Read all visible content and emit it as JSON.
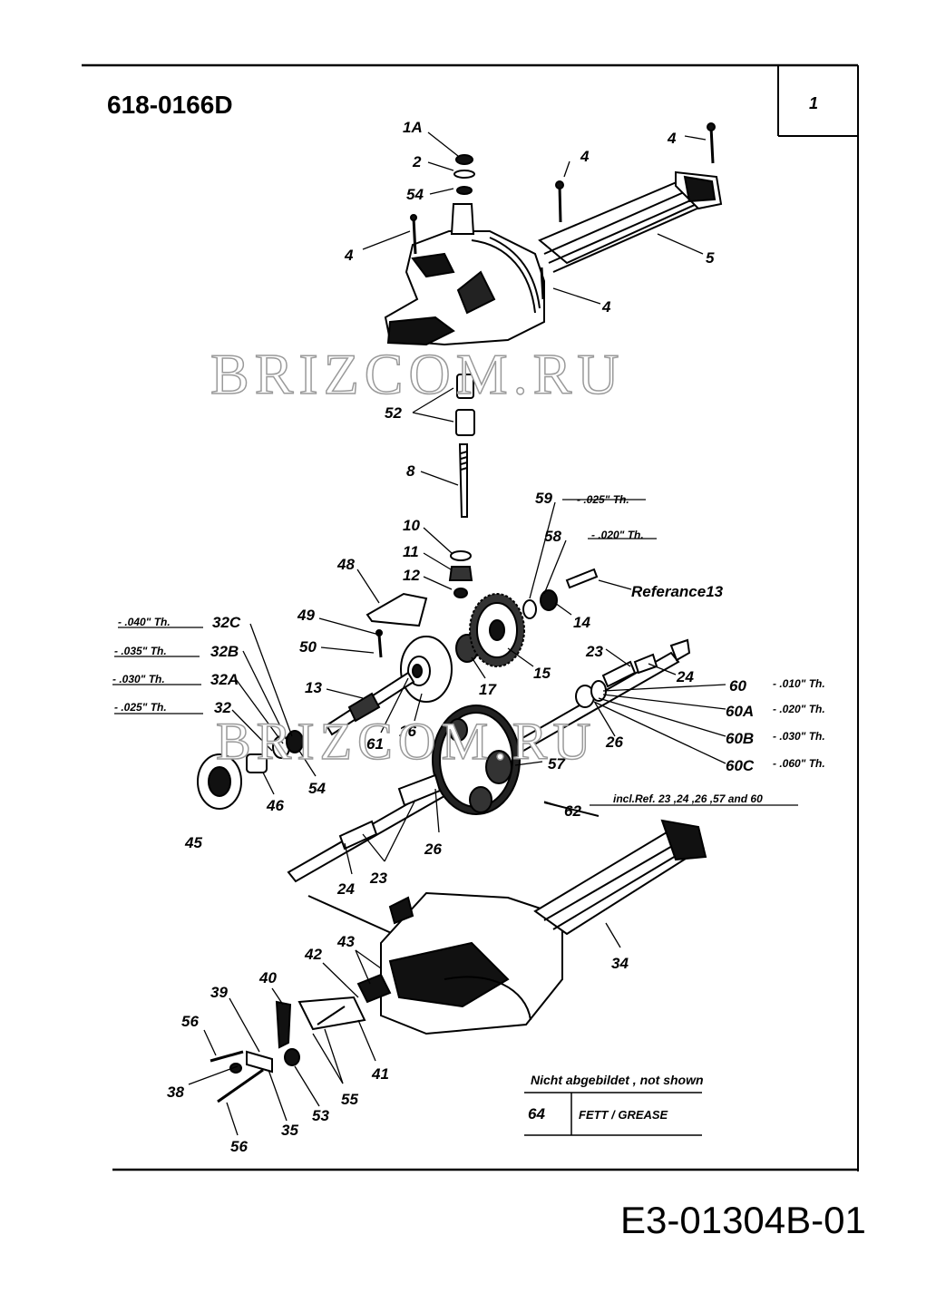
{
  "header": {
    "part_number": "618-0166D",
    "page": "1"
  },
  "footer": {
    "drawing_code": "E3-01304B-01"
  },
  "watermark": "BRIZCOM.RU",
  "note": {
    "heading": "Nicht abgebildet , not shown",
    "number": "64",
    "value": "FETT / GREASE"
  },
  "callouts": {
    "c1A": "1A",
    "c2": "2",
    "c54a": "54",
    "c4a": "4",
    "c4b": "4",
    "c4c": "4",
    "c4d": "4",
    "c5": "5",
    "c52": "52",
    "c8": "8",
    "c10": "10",
    "c11": "11",
    "c12": "12",
    "c59": "59",
    "c58": "58",
    "c14": "14",
    "c48": "48",
    "c49": "49",
    "c50": "50",
    "c13": "13",
    "c17": "17",
    "c15": "15",
    "c16": "16",
    "c61": "61",
    "c32C": "32C",
    "c32B": "32B",
    "c32A": "32A",
    "c32": "32",
    "c54b": "54",
    "c46": "46",
    "c45": "45",
    "c23a": "23",
    "c24a": "24",
    "c60": "60",
    "c60A": "60A",
    "c60B": "60B",
    "c60C": "60C",
    "c26a": "26",
    "c57": "57",
    "c62": "62",
    "c26b": "26",
    "c23b": "23",
    "c24b": "24",
    "c34": "34",
    "c43": "43",
    "c42": "42",
    "c40": "40",
    "c39": "39",
    "c56a": "56",
    "c41": "41",
    "c55": "55",
    "c38": "38",
    "c53": "53",
    "c35": "35",
    "c56b": "56"
  },
  "thickness": {
    "t59": "- .025\" Th.",
    "t58": "- .020\" Th.",
    "t32C": "- .040\" Th.",
    "t32B": "- .035\" Th.",
    "t32A": "- .030\" Th.",
    "t32": "- .025\" Th.",
    "t60": "- .010\" Th.",
    "t60A": "- .020\" Th.",
    "t60B": "- .030\" Th.",
    "t60C": "- .060\" Th."
  },
  "reference": "Referance13",
  "assembly_note": "incl.Ref. 23 ,24 ,26 ,57 and 60"
}
